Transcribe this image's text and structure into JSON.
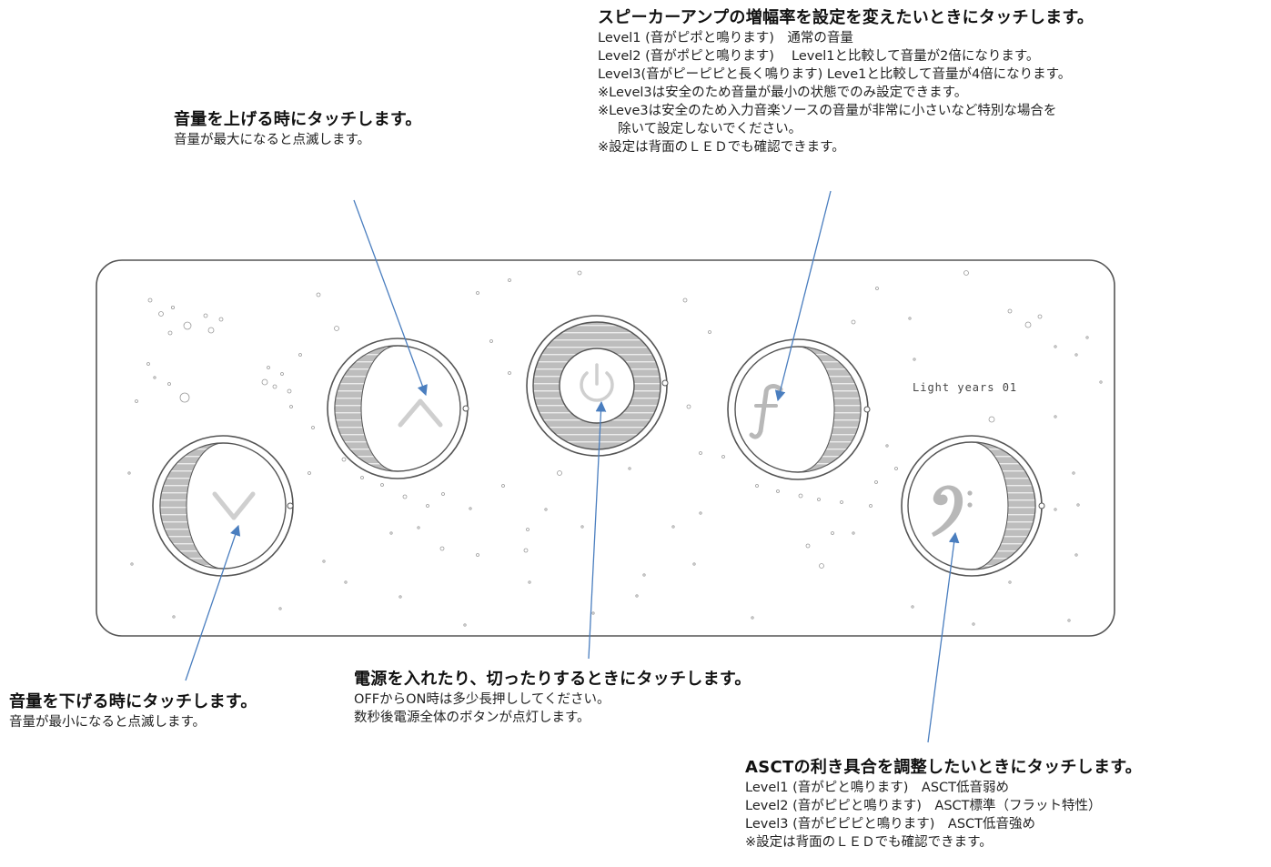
{
  "annotations": {
    "volume_up": {
      "title": "音量を上げる時にタッチします。",
      "lines": [
        "音量が最大になると点滅します。"
      ]
    },
    "volume_down": {
      "title": "音量を下げる時にタッチします。",
      "lines": [
        "音量が最小になると点滅します。"
      ]
    },
    "power": {
      "title": "電源を入れたり、切ったりするときにタッチします。",
      "lines": [
        "OFFからON時は多少長押ししてください。",
        "数秒後電源全体のボタンが点灯します。"
      ]
    },
    "amp_gain": {
      "title": "スピーカーアンプの増幅率を設定を変えたいときにタッチします。",
      "lines": [
        "Level1 (音がピポと鳴ります)　通常の音量",
        "Level2 (音がポピと鳴ります)　 Level1と比較して音量が2倍になります。",
        "Level3(音がピーピピと長く鳴ります) Leve1と比較して音量が4倍になります。",
        "※Level3は安全のため音量が最小の状態でのみ設定できます。",
        "※Leve3は安全のため入力音楽ソースの音量が非常に小さいなど特別な場合を",
        "除いて設定しないでください。",
        "※設定は背面のＬＥＤでも確認できます。"
      ]
    },
    "asct": {
      "title": "ASCTの利き具合を調整したいときにタッチします。",
      "lines": [
        "Level1 (音がピと鳴ります)　ASCT低音弱め",
        "Level2 (音がピピと鳴ります)　ASCT標準（フラット特性）",
        "Level3 (音がピピピと鳴ります)　ASCT低音強め",
        "※設定は背面のＬＥＤでも確認できます。"
      ]
    }
  },
  "panel": {
    "label": "Light years 01",
    "buttons": {
      "volume_down": {
        "icon": "chevron-down-icon"
      },
      "volume_up": {
        "icon": "chevron-up-icon"
      },
      "power": {
        "icon": "power-icon"
      },
      "forte": {
        "icon": "forte-f-icon",
        "glyph": "𝆑"
      },
      "bass": {
        "icon": "bass-clef-icon",
        "glyph": "𝄢"
      }
    }
  },
  "colors": {
    "arrow": "#4a7ebf",
    "outline": "#555555",
    "shade": "#bdbdbd",
    "stripe": "#e6e6e6"
  }
}
